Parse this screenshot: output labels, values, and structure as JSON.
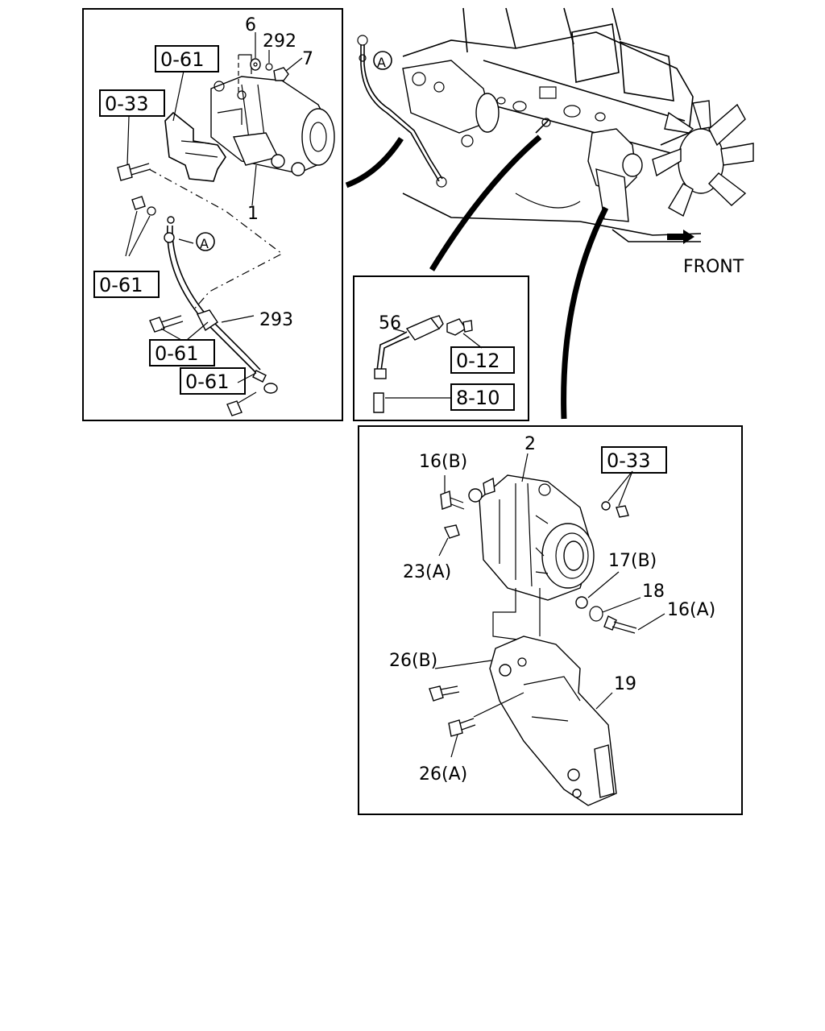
{
  "starter_panel": {
    "labels": {
      "p6": "6",
      "p292": "292",
      "p7": "7",
      "p1": "1",
      "p293": "293",
      "callout_a": "A"
    },
    "refs": {
      "r1": "0-61",
      "r2": "0-33",
      "r3": "0-61",
      "r4": "0-61",
      "r5": "0-61"
    }
  },
  "engine_view": {
    "callout_a": "A",
    "front": "FRONT"
  },
  "sensor_panel": {
    "labels": {
      "p56": "56"
    },
    "refs": {
      "r1": "0-12",
      "r2": "8-10"
    }
  },
  "alternator_panel": {
    "labels": {
      "p2": "2",
      "p16b": "16(B)",
      "p23a": "23(A)",
      "p17b": "17(B)",
      "p18": "18",
      "p16a": "16(A)",
      "p26b": "26(B)",
      "p19": "19",
      "p26a": "26(A)"
    },
    "refs": {
      "r1": "0-33"
    }
  }
}
